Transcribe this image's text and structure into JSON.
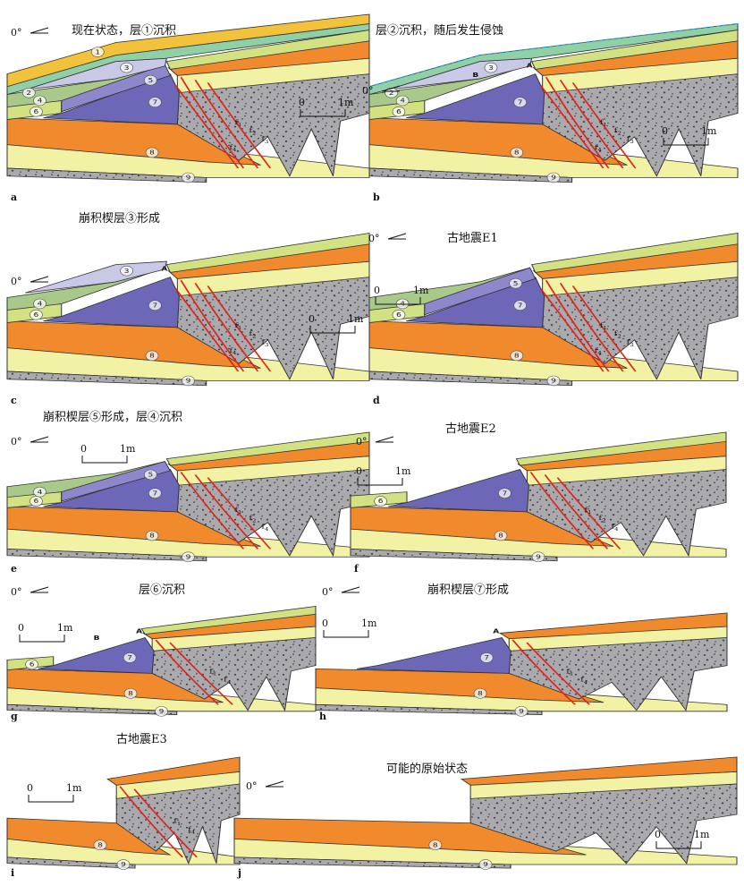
{
  "colors": {
    "l1": "#f2c33a",
    "l2": "#8fd0a6",
    "l3": "#c9c8e6",
    "l4": "#a9c98b",
    "l5": "#8d88cc",
    "l6": "#d2e283",
    "l7": "#6c67b6",
    "l8": "#f08a2c",
    "l9": "#a9a9ae",
    "yellow": "#f2f2a4",
    "fault": "#e0231a",
    "erosion": "#2aa3d6"
  },
  "panels": [
    {
      "id": "a",
      "label": "a",
      "title": "现在状态，层①沉积",
      "angle": "0°",
      "scale_label": "1m",
      "scale_zero": "0",
      "layers": [
        "1",
        "2",
        "3",
        "4",
        "5",
        "6",
        "7",
        "8",
        "9"
      ],
      "faults": [
        "f1",
        "f2",
        "f3",
        "f4"
      ],
      "fault_labels": [
        "f",
        "f",
        "f",
        "f"
      ],
      "fault_subs": [
        "1",
        "2",
        "3",
        "4"
      ],
      "marks": []
    },
    {
      "id": "b",
      "label": "b",
      "title": "层②沉积，随后发生侵蚀",
      "angle": "0°",
      "scale_label": "1m",
      "scale_zero": "0",
      "layers": [
        "2",
        "3",
        "4",
        "6",
        "7",
        "8",
        "9"
      ],
      "faults": [
        "f1",
        "f2",
        "f3",
        "f4"
      ],
      "fault_labels": [
        "f",
        "f",
        "f",
        "f"
      ],
      "fault_subs": [
        "1",
        "2",
        "3",
        "4"
      ],
      "marks": [
        "A",
        "B"
      ]
    },
    {
      "id": "c",
      "label": "c",
      "title": "崩积楔层③形成",
      "angle": "0°",
      "scale_label": "1m",
      "scale_zero": "0",
      "layers": [
        "3",
        "4",
        "6",
        "7",
        "8",
        "9"
      ],
      "faults": [
        "f1",
        "f2",
        "f3",
        "f4"
      ],
      "fault_labels": [
        "f",
        "f",
        "f",
        "f"
      ],
      "fault_subs": [
        "1",
        "2",
        "3",
        "4"
      ],
      "marks": [
        "A"
      ]
    },
    {
      "id": "d",
      "label": "d",
      "title": "古地震E1",
      "angle": "0°",
      "scale_label": "1m",
      "scale_zero": "0",
      "layers": [
        "4",
        "5",
        "6",
        "7",
        "8",
        "9"
      ],
      "faults": [
        "f1",
        "f2",
        "f3",
        "f4"
      ],
      "fault_labels": [
        "f",
        "f",
        "f",
        "f"
      ],
      "fault_subs": [
        "1",
        "2",
        "3",
        "4"
      ],
      "marks": []
    },
    {
      "id": "e",
      "label": "e",
      "title": "崩积楔层⑤形成，层④沉积",
      "angle": "0°",
      "scale_label": "1m",
      "scale_zero": "0",
      "layers": [
        "4",
        "5",
        "6",
        "7",
        "8",
        "9"
      ],
      "faults": [
        "f1",
        "f2",
        "f4"
      ],
      "fault_labels": [
        "f",
        "f",
        "f"
      ],
      "fault_subs": [
        "1",
        "2",
        "4"
      ],
      "marks": []
    },
    {
      "id": "f",
      "label": "f",
      "title": "古地震E2",
      "angle": "0°",
      "scale_label": "1m",
      "scale_zero": "0",
      "layers": [
        "6",
        "7",
        "8",
        "9"
      ],
      "faults": [
        "f1",
        "f2",
        "f4"
      ],
      "fault_labels": [
        "f",
        "f",
        "f"
      ],
      "fault_subs": [
        "1",
        "2",
        "4"
      ],
      "marks": []
    },
    {
      "id": "g",
      "label": "g",
      "title": "层⑥沉积",
      "angle": "0°",
      "scale_label": "1m",
      "scale_zero": "0",
      "layers": [
        "6",
        "7",
        "8",
        "9"
      ],
      "faults": [
        "f1",
        "f4"
      ],
      "fault_labels": [
        "f",
        "f"
      ],
      "fault_subs": [
        "1",
        "4"
      ],
      "marks": [
        "A",
        "B"
      ]
    },
    {
      "id": "h",
      "label": "h",
      "title": "崩积楔层⑦形成",
      "angle": "0°",
      "scale_label": "1m",
      "scale_zero": "0",
      "layers": [
        "7",
        "8",
        "9"
      ],
      "faults": [
        "f1",
        "f4"
      ],
      "fault_labels": [
        "f",
        "f"
      ],
      "fault_subs": [
        "1",
        "4"
      ],
      "marks": [
        "A"
      ]
    },
    {
      "id": "i",
      "label": "i",
      "title": "古地震E3",
      "angle": "",
      "scale_label": "1m",
      "scale_zero": "0",
      "layers": [
        "8",
        "9"
      ],
      "faults": [
        "f1",
        "f4"
      ],
      "fault_labels": [
        "f",
        "f"
      ],
      "fault_subs": [
        "1",
        "4"
      ],
      "marks": []
    },
    {
      "id": "j",
      "label": "j",
      "title": "可能的原始状态",
      "angle": "0°",
      "scale_label": "1m",
      "scale_zero": "0",
      "layers": [
        "8",
        "9"
      ],
      "faults": [],
      "fault_labels": [],
      "fault_subs": [],
      "marks": []
    }
  ]
}
